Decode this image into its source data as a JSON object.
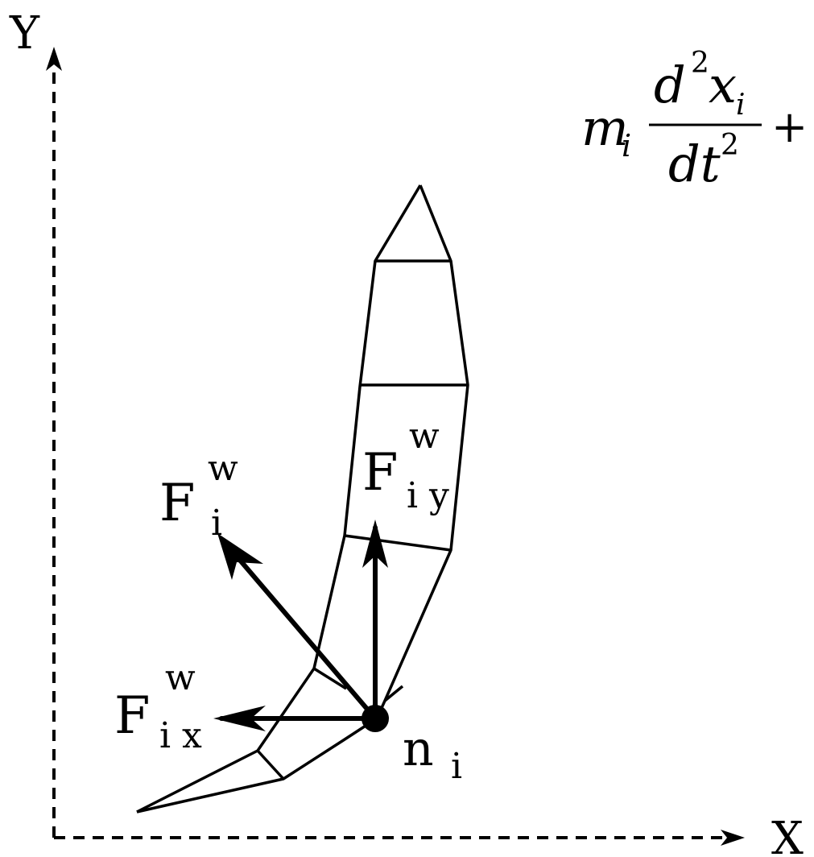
{
  "axes": {
    "x_label": "X",
    "y_label": "Y"
  },
  "forces": {
    "f_total": {
      "main": "F",
      "sup": "w",
      "sub": "i"
    },
    "f_y": {
      "main": "F",
      "sup": "w",
      "sub": "i y"
    },
    "f_x": {
      "main": "F",
      "sup": "w",
      "sub": "i x"
    }
  },
  "node": {
    "main": "n",
    "sub": "i"
  },
  "equation": {
    "m": "m",
    "m_sub": "i",
    "num_d": "d",
    "num_exp": "2",
    "num_x": "x",
    "num_x_sub": "i",
    "den_dt": "dt",
    "den_exp": "2",
    "plus": "+"
  },
  "colors": {
    "ink": "#000000",
    "background": "#ffffff"
  }
}
